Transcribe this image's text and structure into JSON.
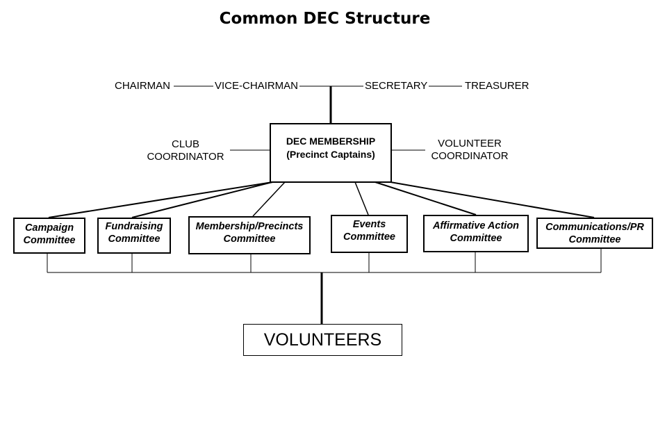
{
  "title": "Common DEC Structure",
  "officers": {
    "chairman": "CHAIRMAN",
    "vice_chairman": "VICE-CHAIRMAN",
    "secretary": "SECRETARY",
    "treasurer": "TREASURER"
  },
  "coordinators": {
    "club": [
      "CLUB",
      "COORDINATOR"
    ],
    "volunteer": [
      "VOLUNTEER",
      "COORDINATOR"
    ]
  },
  "dec_membership": [
    "DEC MEMBERSHIP",
    "(Precinct Captains)"
  ],
  "committees": [
    [
      "Campaign",
      "Committee"
    ],
    [
      "Fundraising",
      "Committee"
    ],
    [
      "Membership/Precincts",
      "Committee"
    ],
    [
      "Events",
      "Committee"
    ],
    [
      "Affirmative Action",
      "Committee"
    ],
    [
      "Communications/PR",
      "Committee"
    ]
  ],
  "volunteers": "VOLUNTEERS"
}
